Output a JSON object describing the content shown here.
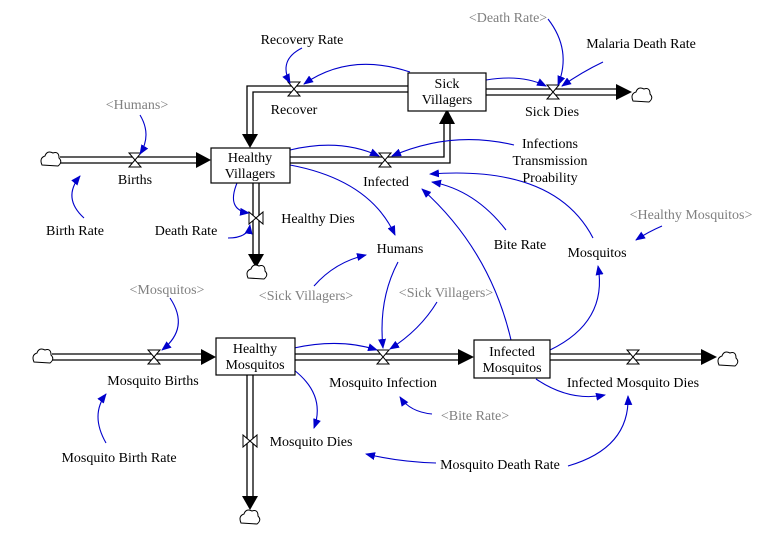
{
  "stocks": {
    "sick_villagers": [
      "Sick",
      "Villagers"
    ],
    "healthy_villagers": [
      "Healthy",
      "Villagers"
    ],
    "healthy_mosquitos": [
      "Healthy",
      "Mosquitos"
    ],
    "infected_mosquitos": [
      "Infected",
      "Mosquitos"
    ]
  },
  "flows": {
    "recover": "Recover",
    "sick_dies": "Sick Dies",
    "births": "Births",
    "infected": "Infected",
    "healthy_dies": "Healthy Dies",
    "mosquito_births": "Mosquito Births",
    "mosquito_infection": "Mosquito Infection",
    "infected_mosquito_dies": "Infected Mosquito Dies",
    "mosquito_dies": "Mosquito Dies"
  },
  "variables": {
    "recovery_rate": "Recovery Rate",
    "malaria_death_rate": "Malaria Death Rate",
    "infections_transmission_proability": [
      "Infections",
      "Transmission",
      "Proability"
    ],
    "birth_rate": "Birth Rate",
    "death_rate": "Death Rate",
    "humans": "Humans",
    "bite_rate": "Bite Rate",
    "mosquitos": "Mosquitos",
    "mosquito_birth_rate": "Mosquito Birth Rate",
    "mosquito_death_rate": "Mosquito Death Rate"
  },
  "shadow_variables": {
    "death_rate": "<Death Rate>",
    "humans": "<Humans>",
    "healthy_mosquitos": "<Healthy Mosquitos>",
    "sick_villagers_1": "<Sick Villagers>",
    "sick_villagers_2": "<Sick Villagers>",
    "mosquitos": "<Mosquitos>",
    "bite_rate": "<Bite Rate>"
  },
  "colors": {
    "link": "#0000cc",
    "shadow_text": "#808080",
    "text": "#000000"
  }
}
